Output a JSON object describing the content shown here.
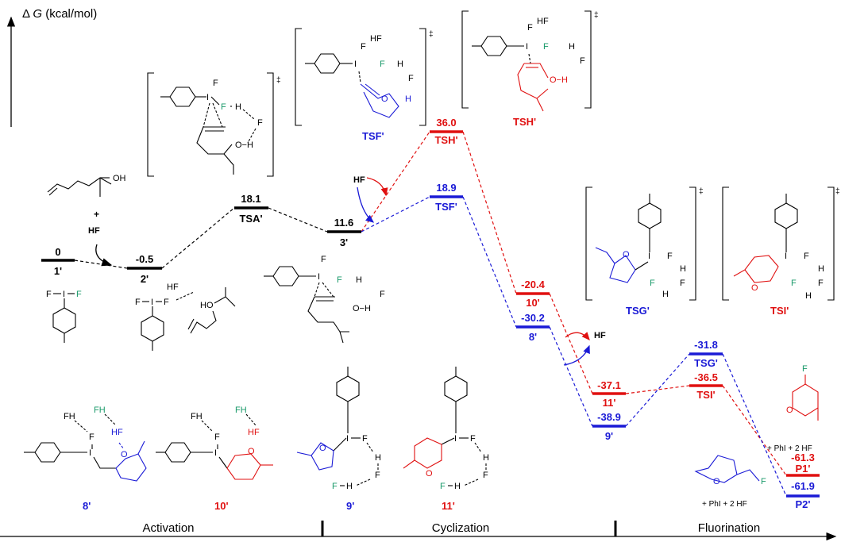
{
  "axes": {
    "y_label_prefix": "Δ",
    "y_label_var": "G",
    "y_label_unit": " (kcal/mol)"
  },
  "sections": {
    "activation": "Activation",
    "cyclization": "Cyclization",
    "fluorination": "Fluorination"
  },
  "colors": {
    "black": "#000000",
    "blue": "#1a1ad6",
    "red": "#e01010",
    "green": "#1a9a6a"
  },
  "levels": {
    "l1": {
      "energy": "0",
      "name": "1'"
    },
    "l2": {
      "energy": "-0.5",
      "name": "2'"
    },
    "tsa": {
      "energy": "18.1",
      "name": "TSA'"
    },
    "l3": {
      "energy": "11.6",
      "name": "3'"
    },
    "tsh": {
      "energy": "36.0",
      "name": "TSH'"
    },
    "tsf": {
      "energy": "18.9",
      "name": "TSF'"
    },
    "l10": {
      "energy": "-20.4",
      "name": "10'"
    },
    "l8": {
      "energy": "-30.2",
      "name": "8'"
    },
    "l11": {
      "energy": "-37.1",
      "name": "11'"
    },
    "l9": {
      "energy": "-38.9",
      "name": "9'"
    },
    "tsg": {
      "energy": "-31.8",
      "name": "TSG'"
    },
    "tsi": {
      "energy": "-36.5",
      "name": "TSI'"
    },
    "p1": {
      "energy": "-61.3",
      "name": "P1'"
    },
    "p2": {
      "energy": "-61.9",
      "name": "P2'"
    }
  },
  "labels": {
    "ts_f": "TSF'",
    "ts_h": "TSH'",
    "ts_g": "TSG'",
    "ts_i": "TSI'",
    "bottom_8": "8'",
    "bottom_10": "10'",
    "bottom_9": "9'",
    "bottom_11": "11'",
    "hf": "HF",
    "plus": "+",
    "phi_2hf_1": "+ PhI + 2 HF",
    "phi_2hf_2": "+ PhI + 2 HF",
    "dagger": "‡"
  }
}
